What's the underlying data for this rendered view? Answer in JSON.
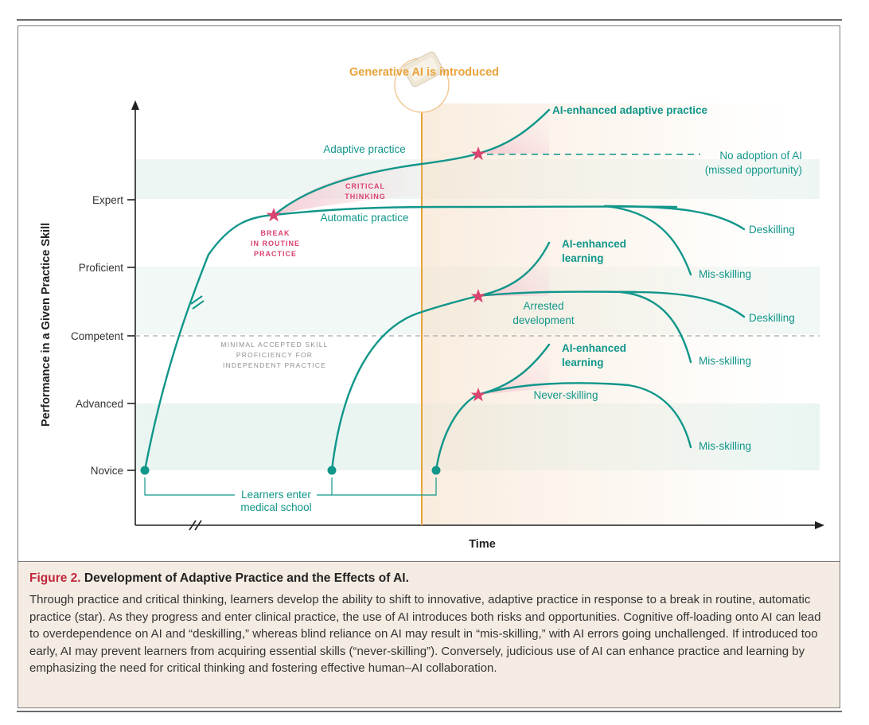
{
  "diagram": {
    "y_axis_title": "Performance in a Given Practice Skill",
    "x_axis_title": "Time",
    "y_levels": [
      "Expert",
      "Proficient",
      "Competent",
      "Advanced",
      "Novice"
    ],
    "ai_marker_label": "Generative AI is introduced",
    "threshold_label_lines": [
      "MINIMAL ACCEPTED SKILL",
      "PROFICIENCY FOR",
      "INDEPENDENT PRACTICE"
    ],
    "break_label_lines": [
      "BREAK",
      "IN ROUTINE",
      "PRACTICE"
    ],
    "critical_thinking_lines": [
      "CRITICAL",
      "THINKING"
    ],
    "labels": {
      "adaptive_practice": "Adaptive practice",
      "automatic_practice": "Automatic practice",
      "ai_enhanced_adaptive": "AI-enhanced adaptive practice",
      "no_adoption_lines": [
        "No adoption of AI",
        "(missed opportunity)"
      ],
      "deskilling_top": "Deskilling",
      "misskilling_top": "Mis-skilling",
      "ai_enhanced_learning_mid_lines": [
        "AI-enhanced",
        "learning"
      ],
      "arrested_development_lines": [
        "Arrested",
        "development"
      ],
      "deskilling_mid": "Deskilling",
      "misskilling_mid": "Mis-skilling",
      "ai_enhanced_learning_low_lines": [
        "AI-enhanced",
        "learning"
      ],
      "never_skilling": "Never-skilling",
      "misskilling_low": "Mis-skilling",
      "learners_enter_lines": [
        "Learners enter",
        "medical school"
      ]
    },
    "colors": {
      "curve": "#11968a",
      "star": "#d9436f",
      "ai_line": "#e8a33d",
      "pink_text": "#d9436f",
      "threshold_text": "#8f8f8f"
    }
  },
  "caption": {
    "figure_label": "Figure 2.",
    "title": "Development of Adaptive Practice and the Effects of AI.",
    "body": "Through practice and critical thinking, learners develop the ability to shift to innovative, adaptive practice in response to a break in routine, automatic practice (star). As they progress and enter clinical practice, the use of AI introduces both risks and opportunities. Cognitive off-loading onto AI can lead to overdependence on AI and “deskilling,” whereas blind reliance on AI may result in “mis-skilling,” with AI errors going unchallenged. If introduced too early, AI may prevent learners from acquiring essential skills (“never-skilling”). Conversely, judicious use of AI can enhance practice and learning by emphasizing the need for critical thinking and fostering effective human–AI collaboration."
  }
}
